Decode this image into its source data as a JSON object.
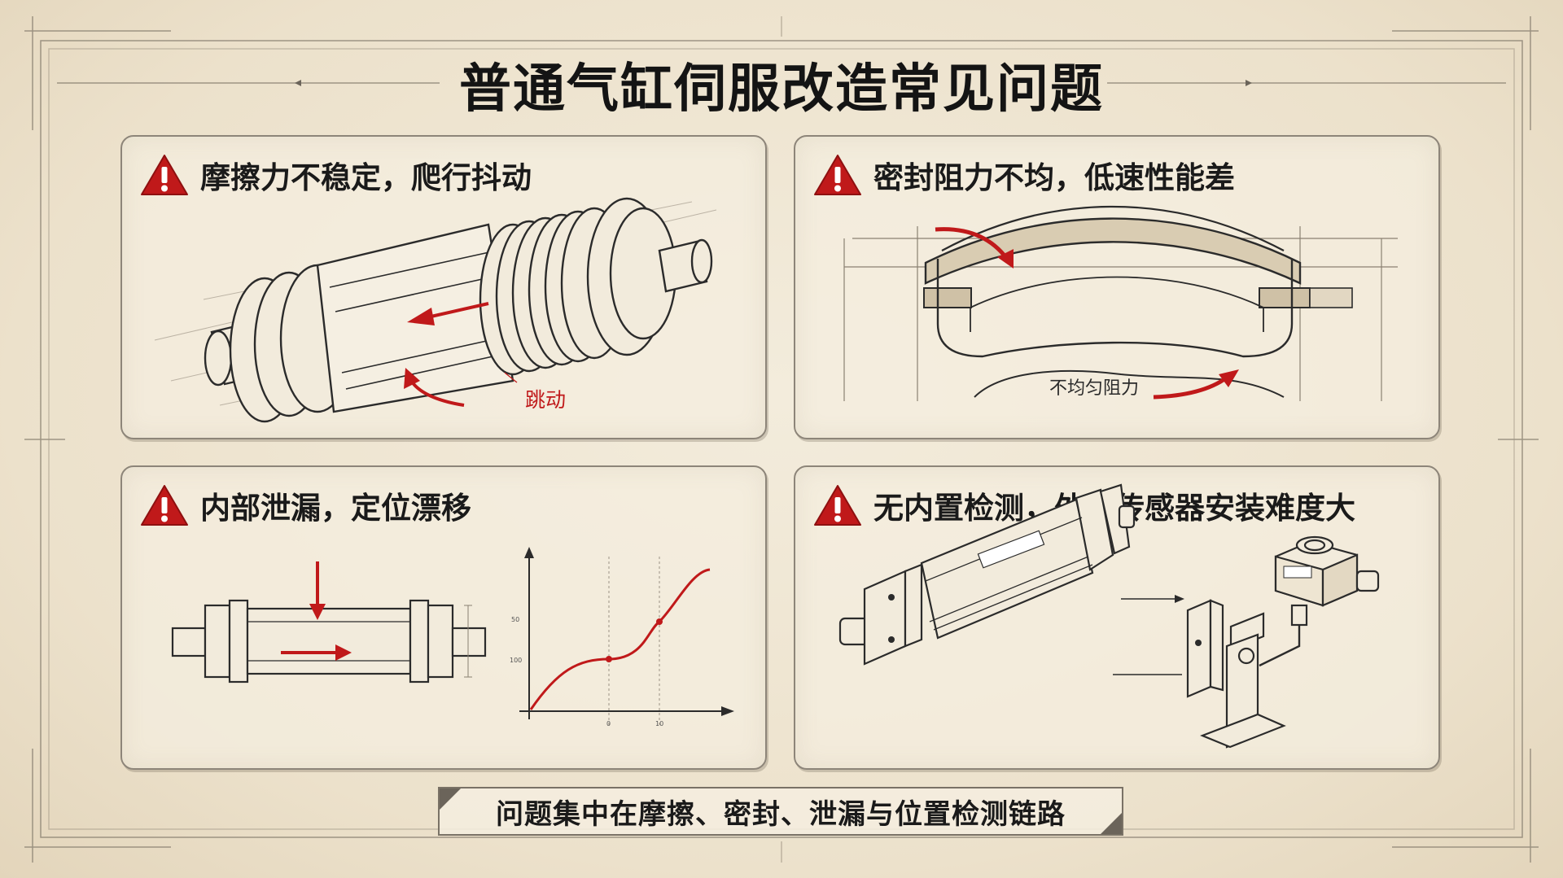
{
  "title": "普通气缸伺服改造常见问题",
  "colors": {
    "accent_red": "#c0191a",
    "paper": "#efe6d3",
    "ink": "#1b1b1b"
  },
  "cards": [
    {
      "title": "摩擦力不稳定，爬行抖动",
      "icon": "warning-icon",
      "annotation": "跳动"
    },
    {
      "title": "密封阻力不均，低速性能差",
      "icon": "warning-icon",
      "annotation": "不均匀阻力"
    },
    {
      "title": "内部泄漏，定位漂移",
      "icon": "warning-icon"
    },
    {
      "title": "无内置检测，外置传感器安装难度大",
      "icon": "warning-icon"
    }
  ],
  "footer": {
    "text": "问题集中在摩擦、密封、泄漏与位置检测链路"
  }
}
